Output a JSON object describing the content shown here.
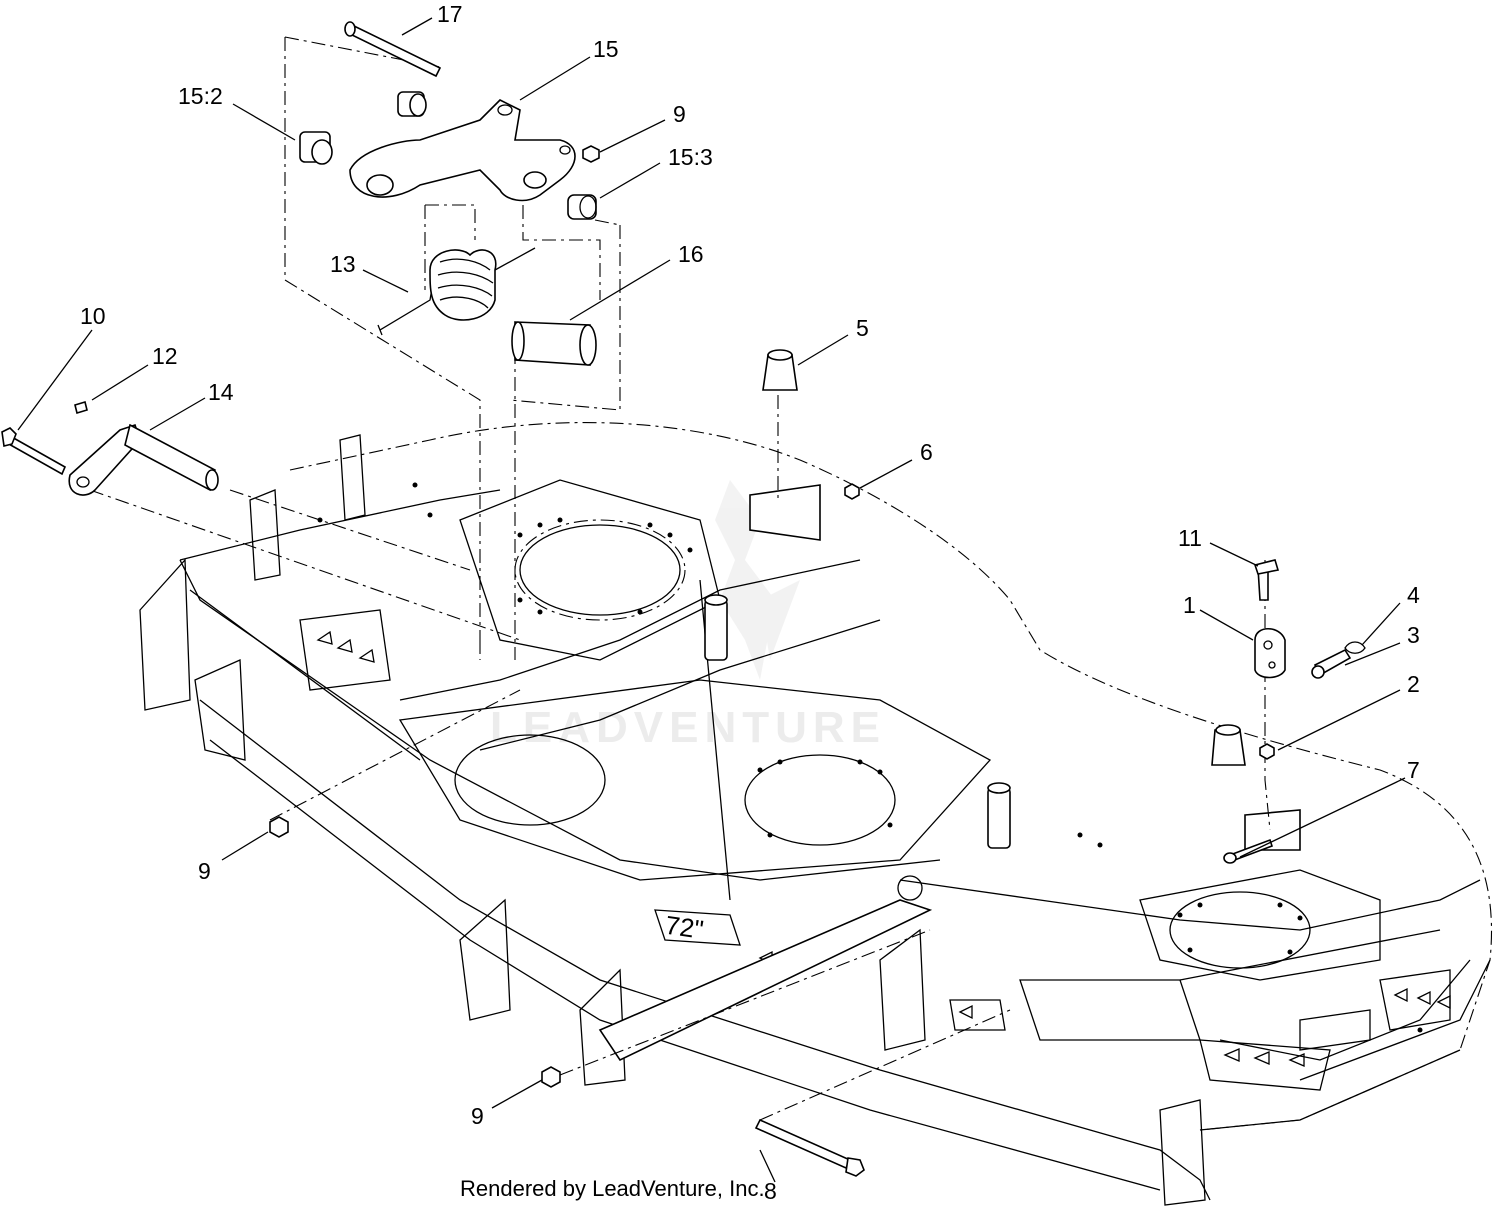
{
  "diagram": {
    "watermark": "LEADVENTURE",
    "credit": "Rendered by LeadVenture, Inc.",
    "deck_decal": "72\"",
    "callouts": {
      "c17": "17",
      "c15": "15",
      "c15_2": "15:2",
      "c9_top": "9",
      "c15_3": "15:3",
      "c13": "13",
      "c16": "16",
      "c10": "10",
      "c12": "12",
      "c14": "14",
      "c5": "5",
      "c6": "6",
      "c11": "11",
      "c1": "1",
      "c4": "4",
      "c3": "3",
      "c2": "2",
      "c7": "7",
      "c9_left": "9",
      "c9_bottom": "9",
      "c8": "8"
    }
  }
}
